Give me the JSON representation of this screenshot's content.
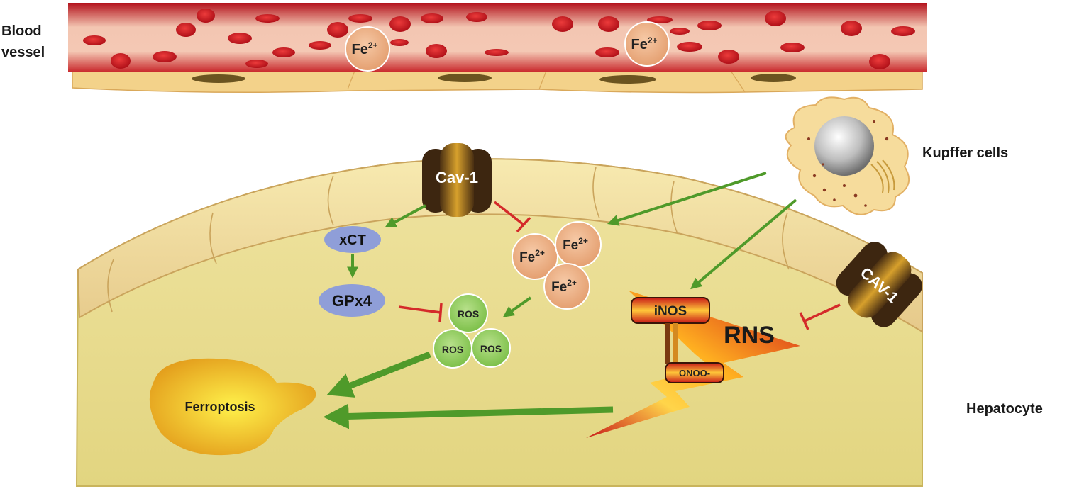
{
  "labels": {
    "blood_vessel_line1": "Blood",
    "blood_vessel_line2": "vessel",
    "kupffer_cells": "Kupffer cells",
    "hepatocyte": "Hepatocyte"
  },
  "blood_iron": [
    "Fe",
    "Fe"
  ],
  "iron_charge": "2+",
  "caveolin_top": "Cav-1",
  "caveolin_right": "CAV-1",
  "xct": "xCT",
  "gpx4": "GPx4",
  "iron_cluster": [
    "Fe",
    "Fe",
    "Fe"
  ],
  "ros": [
    "ROS",
    "ROS",
    "ROS"
  ],
  "inos": "iNOS",
  "onoo": "ONOO-",
  "rns": "RNS",
  "ferroptosis": "Ferroptosis",
  "colors": {
    "vessel_red": "#b3121c",
    "activate_green": "#4f9a2a",
    "inhibit_red": "#d42a2a",
    "cytoplasm": "#e9dd8c",
    "node_blue": "#8f9ed8",
    "ros_green": "#8fcc5c",
    "iron_peach": "#e8ad82"
  }
}
